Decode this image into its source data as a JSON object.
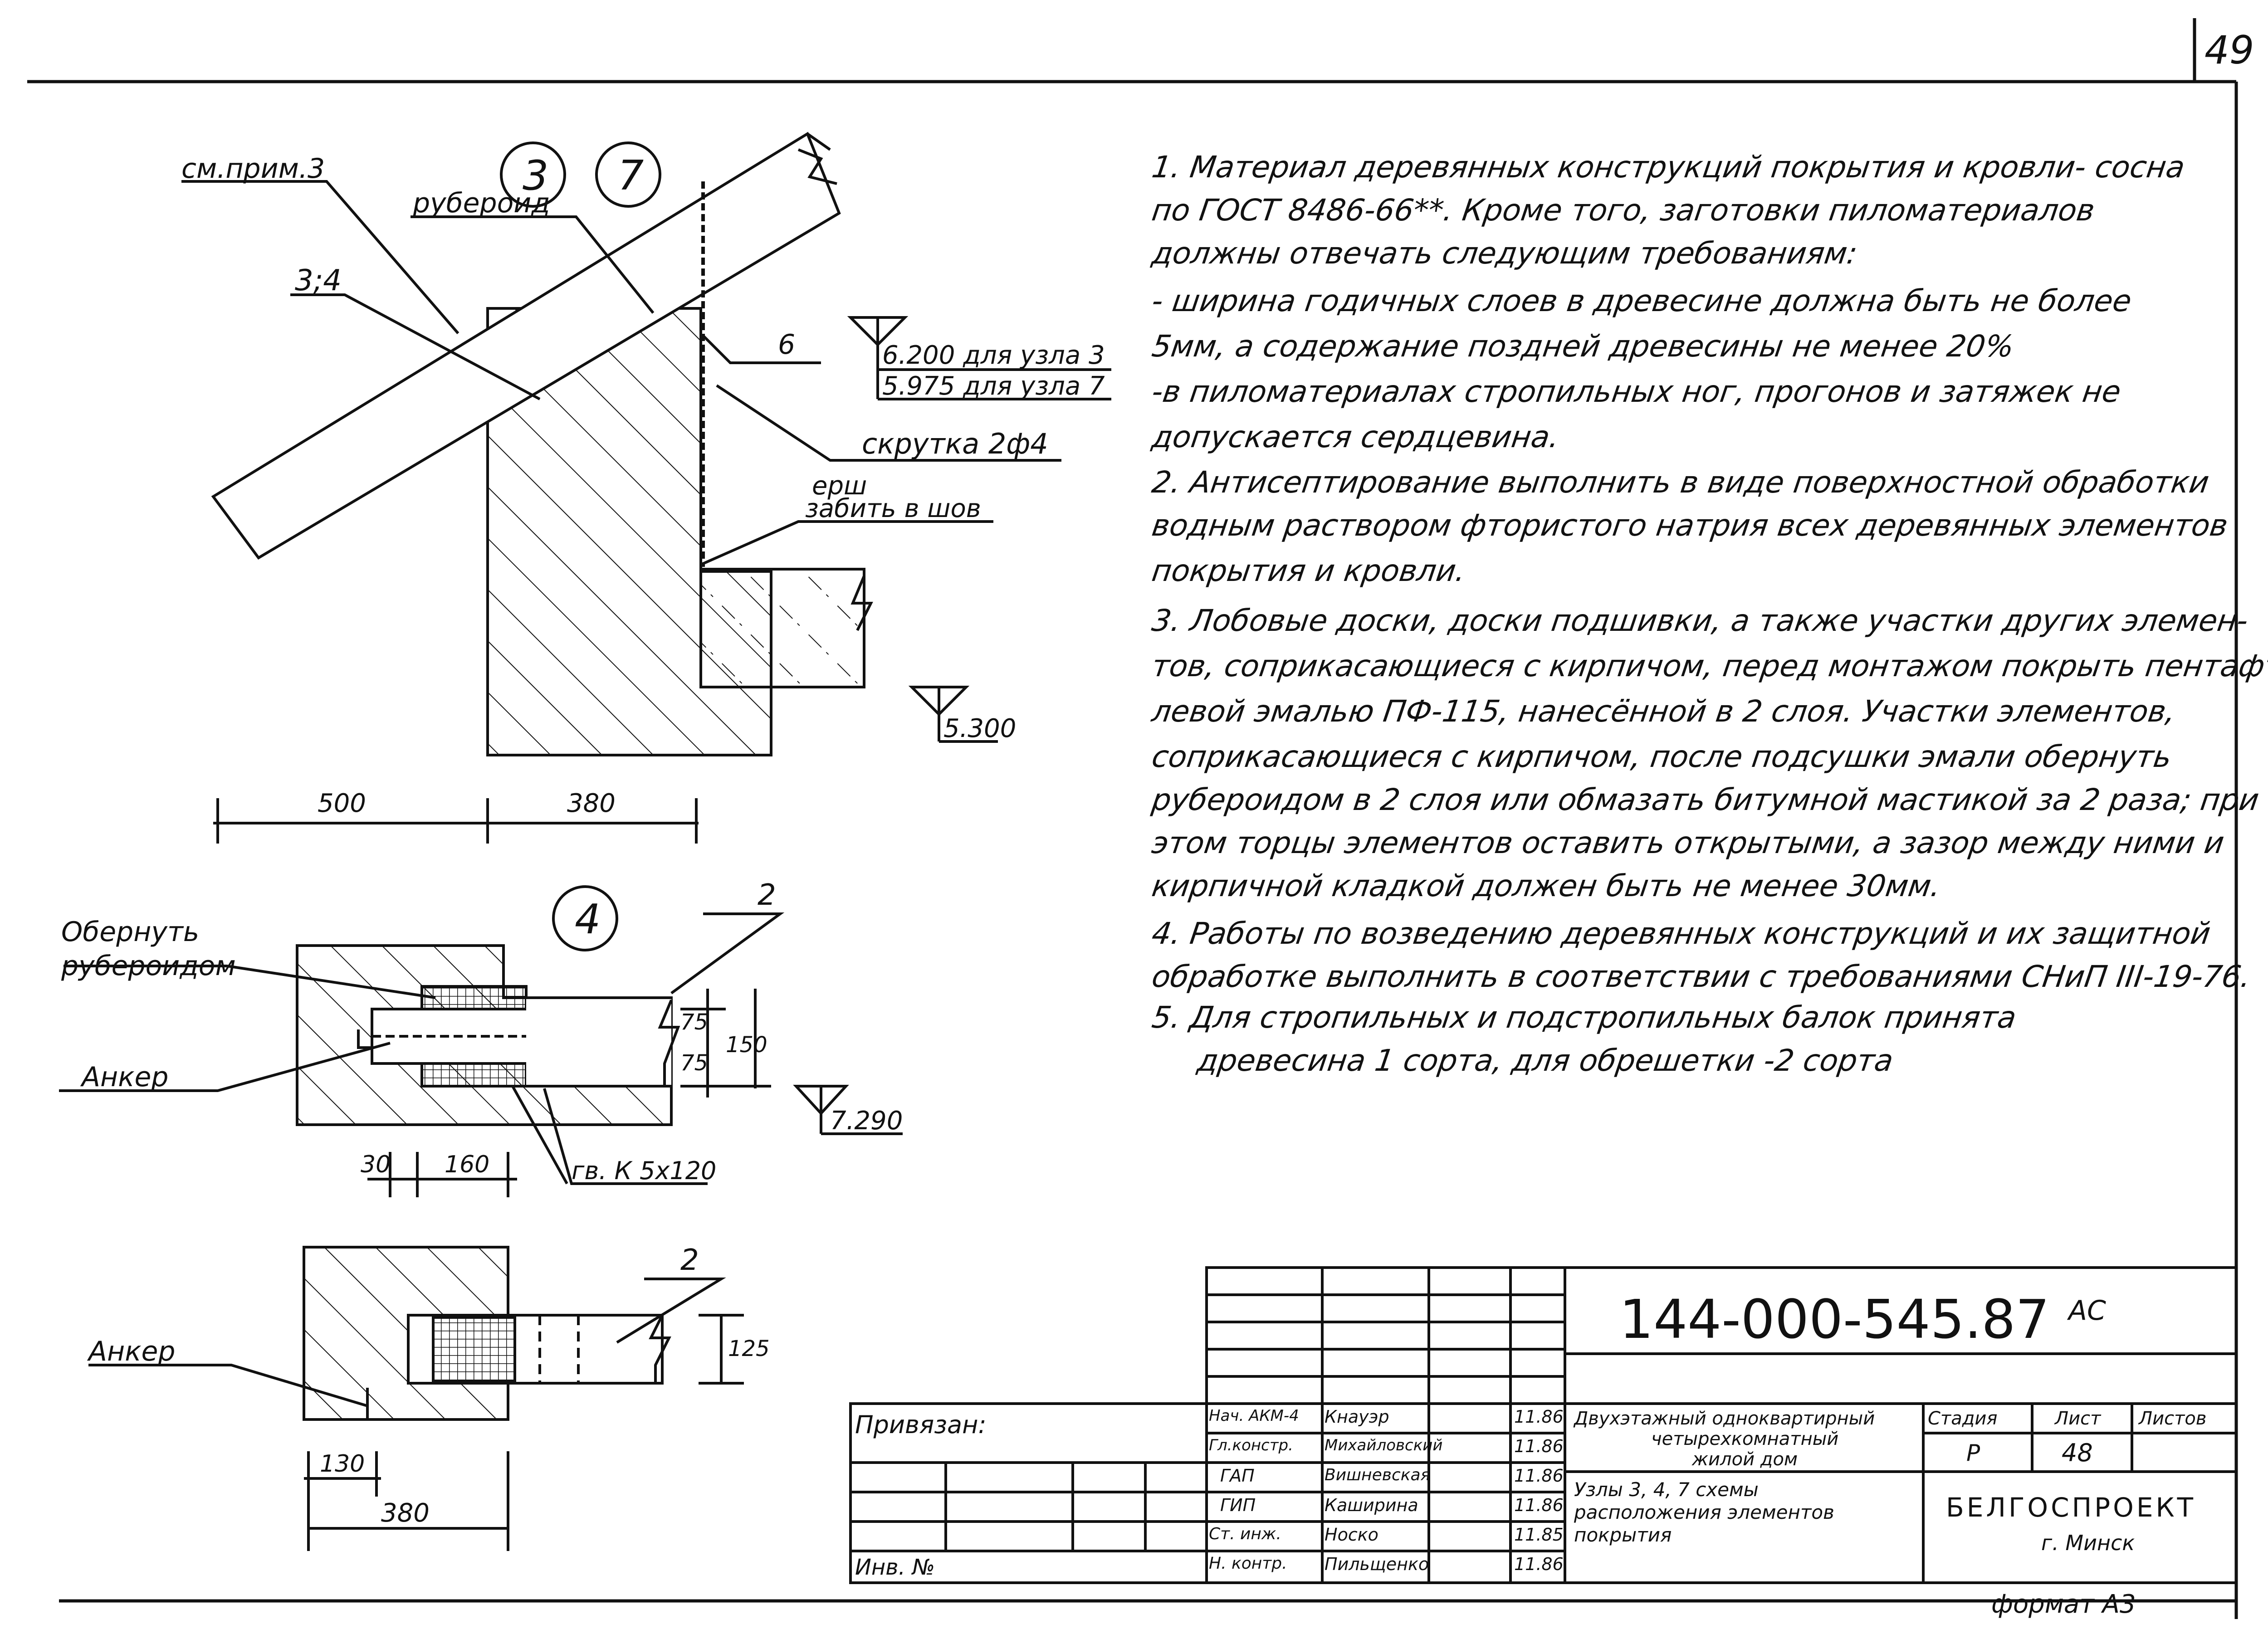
{
  "page_number": "49",
  "details": {
    "circle_labels": [
      "3",
      "7",
      "4"
    ],
    "ref_note": "см.прим.3",
    "ruberoid": "рубероид",
    "element_3_4": "3;4",
    "element_6": "6",
    "level_1": "6.200  для узла 3",
    "level_2": "5.975  для узла 7",
    "twist": "скрутка 2ф4",
    "ruff_1": "ерш",
    "ruff_2": "забить в шов",
    "level_3": "5.300",
    "dim_500": "500",
    "dim_380_top": "380",
    "wrap_1": "Обернуть",
    "wrap_2": "рубероидом",
    "anchor_1": "Анкер",
    "element_2a": "2",
    "dim_75a": "75",
    "dim_75b": "75",
    "dim_150": "150",
    "level_4": "7.290",
    "dim_30": "30",
    "dim_160": "160",
    "nails": "гв. К 5х120",
    "anchor_2": "Анкер",
    "element_2b": "2",
    "dim_125": "125",
    "dim_130": "130",
    "dim_380_bottom": "380"
  },
  "notes": [
    "1. Материал деревянных конструкций покрытия и кровли- сосна",
    "по ГОСТ 8486-66**. Кроме того, заготовки пиломатериалов",
    "должны отвечать следующим требованиям:",
    "- ширина годичных слоев в древесине должна быть не более",
    "5мм, а содержание поздней древесины не менее 20%",
    "-в пиломатериалах стропильных ног, прогонов и затяжек не",
    "допускается сердцевина.",
    "2. Антисептирование выполнить в виде поверхностной обработки",
    "водным раствором фтористого натрия всех деревянных элементов",
    "покрытия и кровли.",
    "3. Лобовые доски, доски подшивки, а также участки других элемен-",
    "тов, соприкасающиеся с кирпичом, перед монтажом покрыть пентафта-",
    "левой эмалью ПФ-115, нанесённой в 2 слоя. Участки элементов,",
    "соприкасающиеся с кирпичом, после подсушки эмали обернуть",
    "рубероидом в 2 слоя или обмазать битумной мастикой за 2 раза; при",
    "этом торцы элементов оставить открытыми, а зазор между ними и",
    "кирпичной кладкой должен быть не менее 30мм.",
    "4. Работы по возведению деревянных конструкций и их защитной",
    "обработке выполнить в соответствии с требованиями СНиП III-19-76.",
    "5. Для стропильных и подстропильных балок принята",
    "древесина 1 сорта, для обрешетки -2 сорта"
  ],
  "title_block": {
    "doc_code": "144-000-545.87",
    "doc_suffix": "АС",
    "privyazan": "Привязан:",
    "inv_no": "Инв. №",
    "signatures": [
      {
        "role": "Нач. АКМ-4",
        "name": "Кнауэр",
        "date": "11.86"
      },
      {
        "role": "Гл.констр.",
        "name": "Михайловский",
        "date": "11.86"
      },
      {
        "role": "ГАП",
        "name": "Вишневская",
        "date": "11.86"
      },
      {
        "role": "ГИП",
        "name": "Каширина",
        "date": "11.86"
      },
      {
        "role": "Ст. инж.",
        "name": "Носко",
        "date": "11.85"
      },
      {
        "role": "Н. контр.",
        "name": "Пильщенко",
        "date": "11.86"
      }
    ],
    "object_title": [
      "Двухэтажный однoквартирный",
      "четырехкомнатный",
      "жилой дом"
    ],
    "sheet_title": [
      "Узлы 3, 4, 7 схемы",
      "расположения элементов",
      "покрытия"
    ],
    "stage_header": "Стадия",
    "sheet_header": "Лист",
    "sheets_header": "Листов",
    "stage": "Р",
    "sheet": "48",
    "org": "БЕЛГОСПРОЕКТ",
    "city": "г. Минск",
    "format": "формат А3"
  }
}
